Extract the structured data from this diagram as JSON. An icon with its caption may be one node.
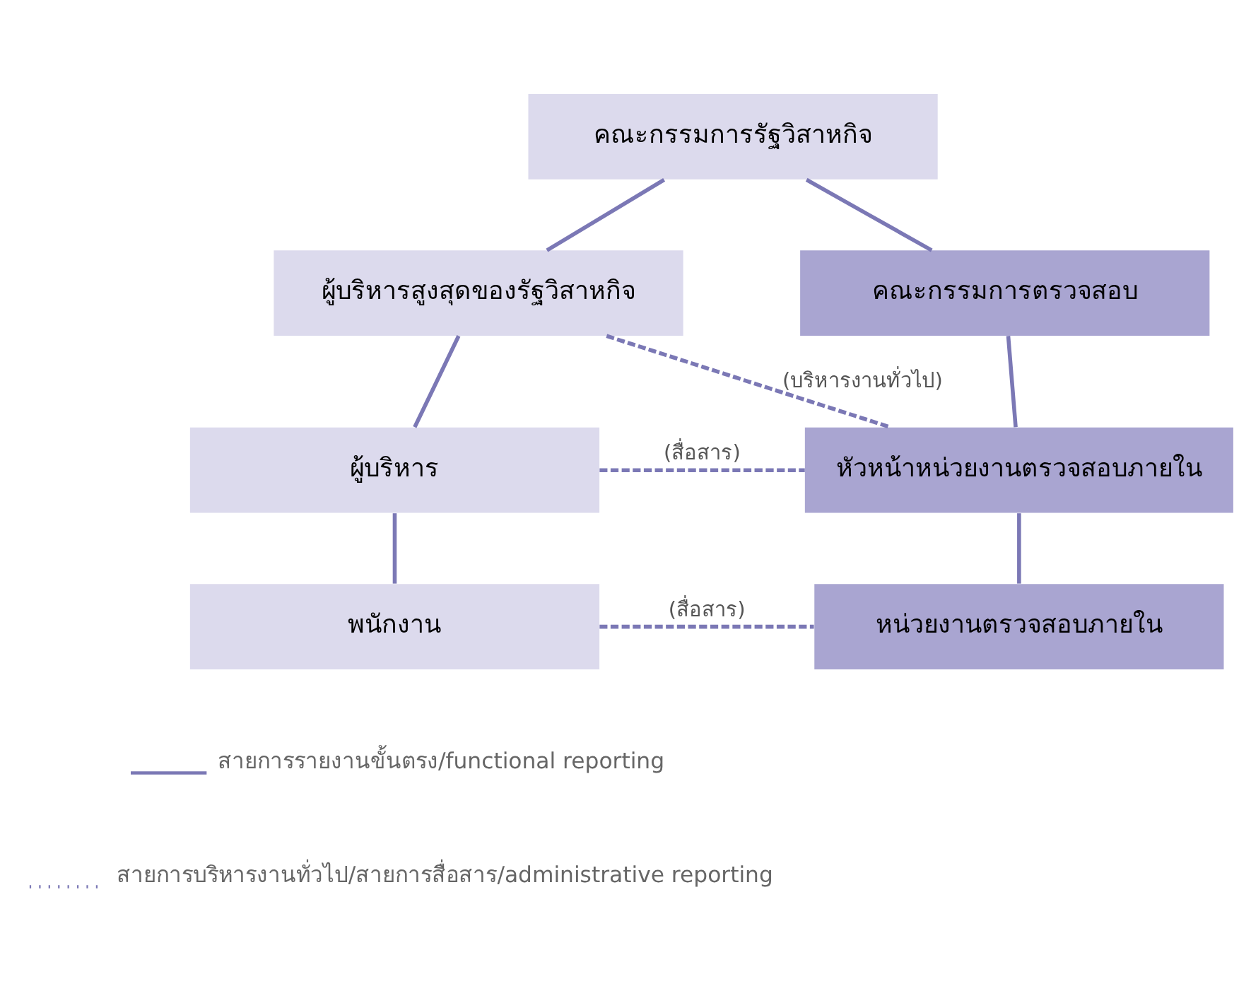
{
  "diagram": {
    "nodes": [
      {
        "text": [
          "คณะกรรมการรัฐวิสาหกิจ"
        ]
      },
      {
        "text": [
          "ผู้บริหารสูงสุดของรัฐวิสาหกิจ"
        ]
      },
      {
        "text": [
          "คณะกรรมการตรวจสอบ"
        ]
      },
      {
        "text": [
          "ผู้บริหาร"
        ]
      },
      {
        "text": [
          "หัวหน้าหน่วยงานตรวจสอบภายใน"
        ]
      },
      {
        "text": [
          "พนักงาน"
        ]
      },
      {
        "text": [
          "หน่วยงานตรวจสอบภายใน"
        ]
      }
    ],
    "edges": [
      {
        "from": 0,
        "to": 1,
        "arrow": "none"
      },
      {
        "from": 0,
        "to": 2,
        "arrow": "none"
      },
      {
        "from": 1,
        "to": 3,
        "arrow": "none"
      },
      {
        "from": 3,
        "to": 5,
        "arrow": "none"
      },
      {
        "from": 2,
        "to": 4,
        "arrow": "none"
      },
      {
        "from": 4,
        "to": 6,
        "arrow": "none"
      },
      {
        "from": 1,
        "to": 4,
        "arrow": "none",
        "label": "(บริหารงานทั่วไป)",
        "style": "dashed"
      },
      {
        "from": 3,
        "to": 4,
        "arrow": "none",
        "label": "(สื่อสาร)",
        "style": "dashed"
      },
      {
        "from": 5,
        "to": 6,
        "arrow": "none",
        "label": "(สื่อสาร)",
        "style": "dashed"
      }
    ],
    "legend": [
      {
        "text": "สายการรายงานขั้นตรง/functional reporting"
      },
      {
        "text": "สายการบริหารงานทั่วไป/สายการสื่อสาร/administrative reporting"
      }
    ]
  }
}
